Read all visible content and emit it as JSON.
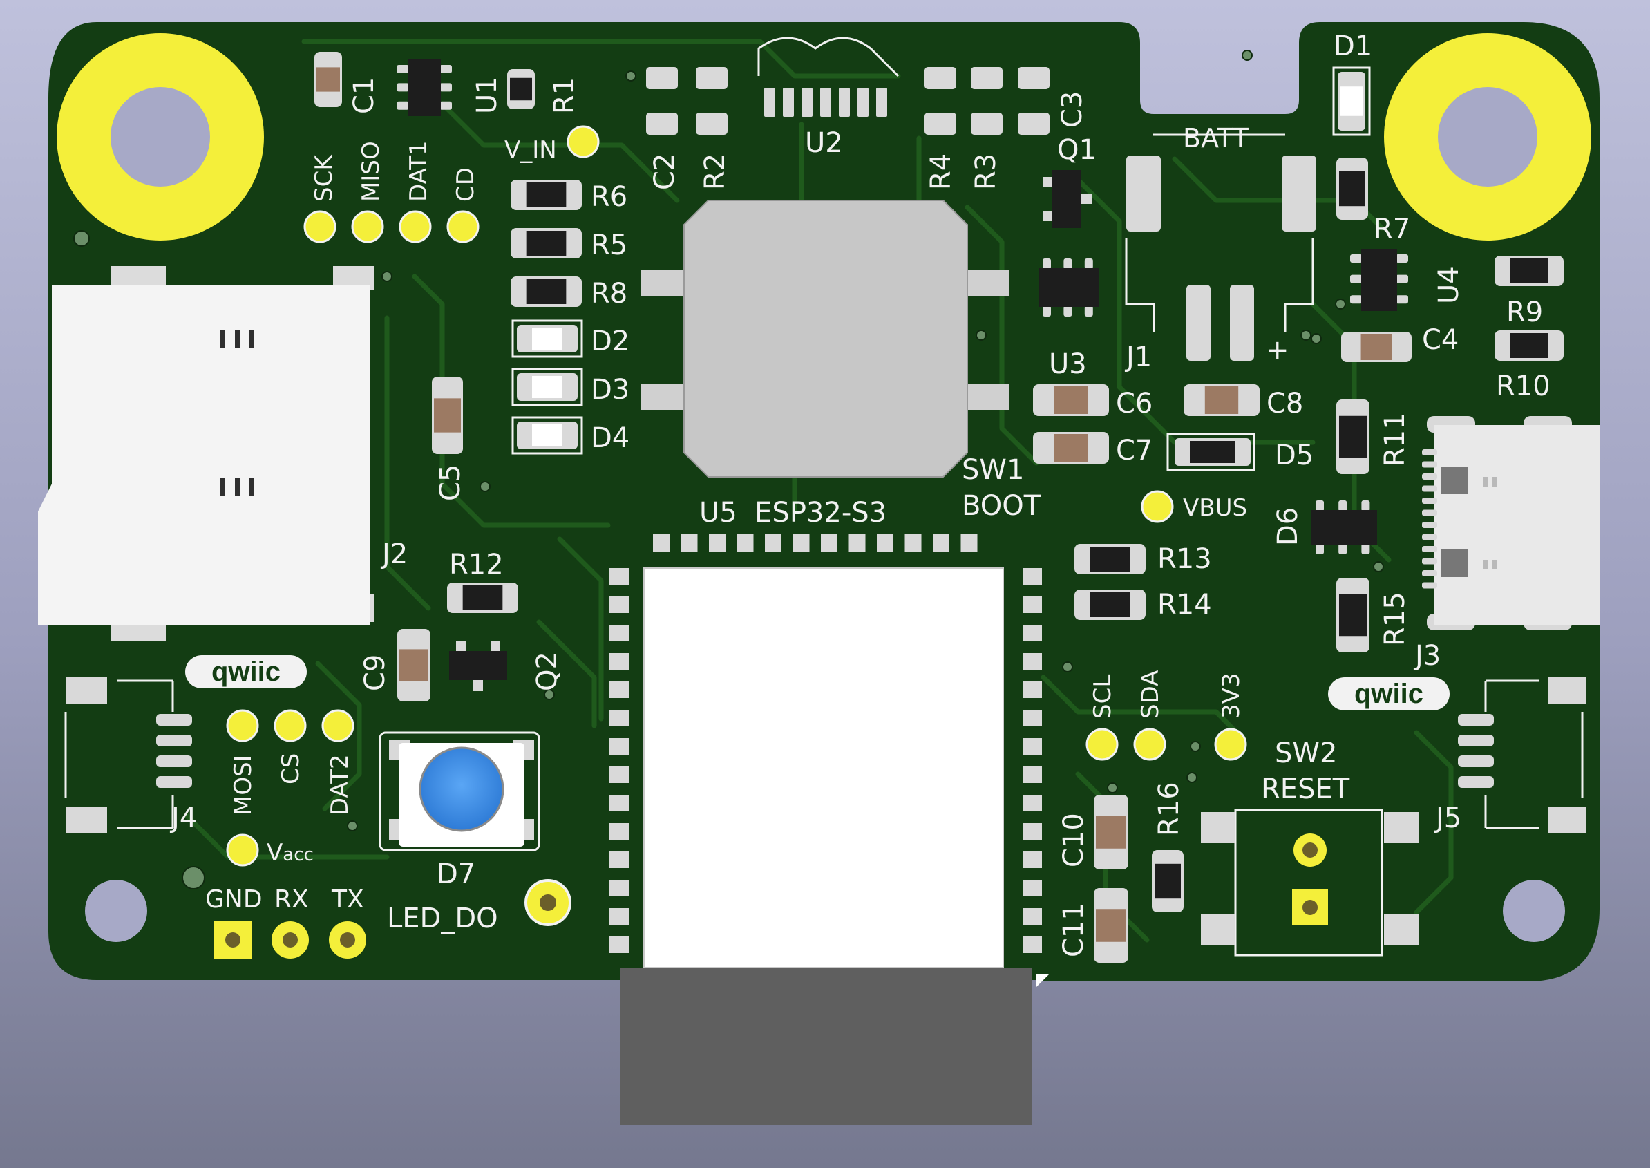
{
  "board": {
    "module_label": "U5  ESP32-S3",
    "qwiic_logo_left": "qwiic",
    "qwiic_logo_right": "qwiic"
  },
  "designators": {
    "C1": "C1",
    "U1": "U1",
    "R1": "R1",
    "U2": "U2",
    "C2": "C2",
    "R2": "R2",
    "R4": "R4",
    "R3": "R3",
    "C3": "C3",
    "Q1": "Q1",
    "D1": "D1",
    "BATT": "BATT",
    "R7": "R7",
    "U4": "U4",
    "R9": "R9",
    "C4": "C4",
    "R10": "R10",
    "R6": "R6",
    "R5": "R5",
    "R8": "R8",
    "D2": "D2",
    "D3": "D3",
    "D4": "D4",
    "U3": "U3",
    "J1": "J1",
    "plus": "+",
    "C6": "C6",
    "C8": "C8",
    "C7": "C7",
    "D5": "D5",
    "R11": "R11",
    "SW1": "SW1",
    "BOOT": "BOOT",
    "D6": "D6",
    "C5": "C5",
    "J2": "J2",
    "R12": "R12",
    "Q2": "Q2",
    "C9": "C9",
    "R13": "R13",
    "R14": "R14",
    "R15": "R15",
    "J3": "J3",
    "J4": "J4",
    "J5": "J5",
    "D7": "D7",
    "LED_DO": "LED_DO",
    "SW2": "SW2",
    "RESET": "RESET",
    "R16": "R16",
    "C10": "C10",
    "C11": "C11"
  },
  "testpoints": {
    "V_IN": "V_IN",
    "SCK": "SCK",
    "MISO": "MISO",
    "DAT1": "DAT1",
    "CD": "CD",
    "VBUS": "VBUS",
    "MOSI": "MOSI",
    "CS": "CS",
    "DAT2": "DAT2",
    "Vacc_main": "V",
    "Vacc_sub": "acc",
    "SCL": "SCL",
    "SDA": "SDA",
    "3V3": "3V3"
  },
  "header": {
    "gnd": "GND",
    "rx": "RX",
    "tx": "TX"
  },
  "colors": {
    "pcb": "#133d13",
    "copper": "#1f5a1c",
    "silk": "#f2f2f2",
    "pad_yellow": "#f4ef3a",
    "pad_silver": "#d9d9d9",
    "led_blue": "#3b8ee8",
    "module_shield": "#ffffff",
    "antenna": "#5f5f5f"
  }
}
